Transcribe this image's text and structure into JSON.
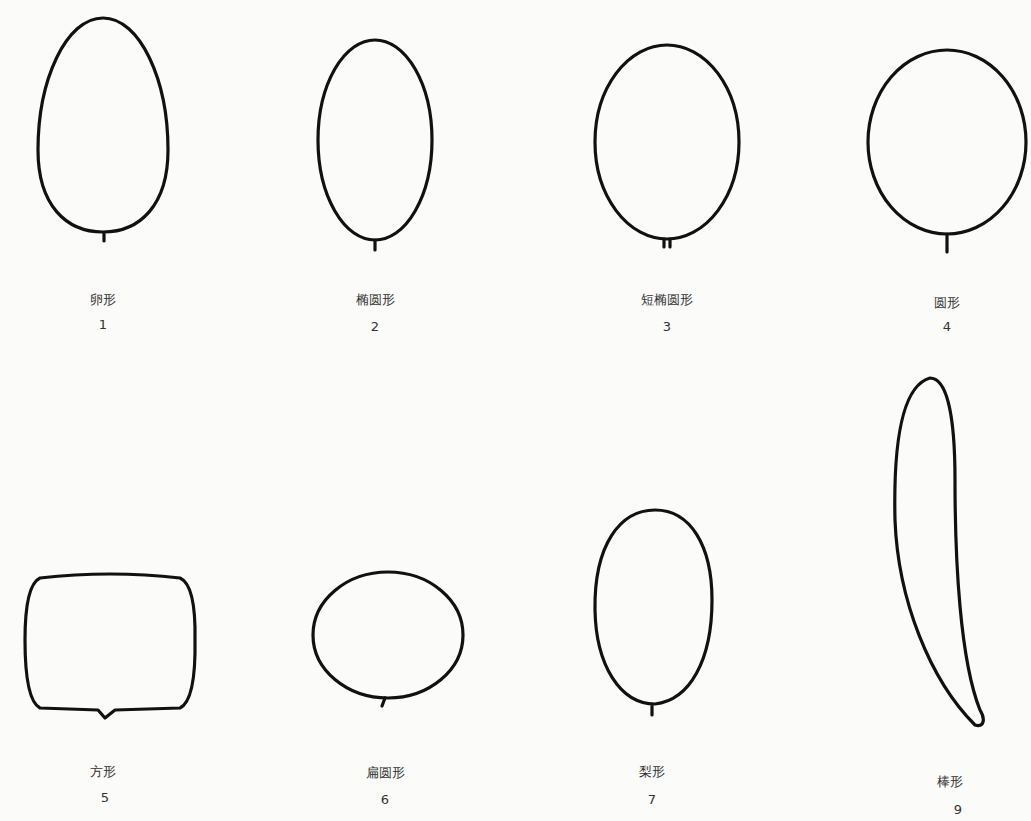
{
  "diagram": {
    "labels": [
      "卵形",
      "1",
      "椭圆形",
      "2",
      "短椭圆形",
      "3",
      "圆形",
      "4",
      "方形",
      "5",
      "扁圆形",
      "6",
      "梨形",
      "7",
      "棒形",
      "9"
    ]
  }
}
